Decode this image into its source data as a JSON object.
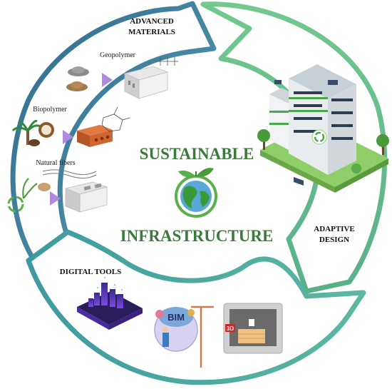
{
  "center": {
    "line1": "SUSTAINABLE",
    "line2": "INFRASTRUCTURE"
  },
  "segments": {
    "materials": {
      "title_line1": "ADVANCED",
      "title_line2": "MATERIALS",
      "items": [
        "Geopolymer",
        "Biopolymer",
        "Natural fibers"
      ]
    },
    "adaptive": {
      "title_line1": "ADAPTIVE",
      "title_line2": "DESIGN"
    },
    "digital": {
      "title": "DIGITAL TOOLS",
      "bim_label": "BIM",
      "printer_label": "3D"
    }
  },
  "colors": {
    "materials_arrow": "#4a8fa8",
    "adaptive_arrow": "#6cc08a",
    "digital_arrow": "#4aa89a",
    "title_green": "#3a7a3a",
    "accent_purple": "#a070e0"
  },
  "icons": {
    "globe": "globe-leaf-icon",
    "building": "green-building-icon",
    "printer": "3d-printer-icon",
    "bim": "bim-icon",
    "city": "digital-city-icon"
  }
}
